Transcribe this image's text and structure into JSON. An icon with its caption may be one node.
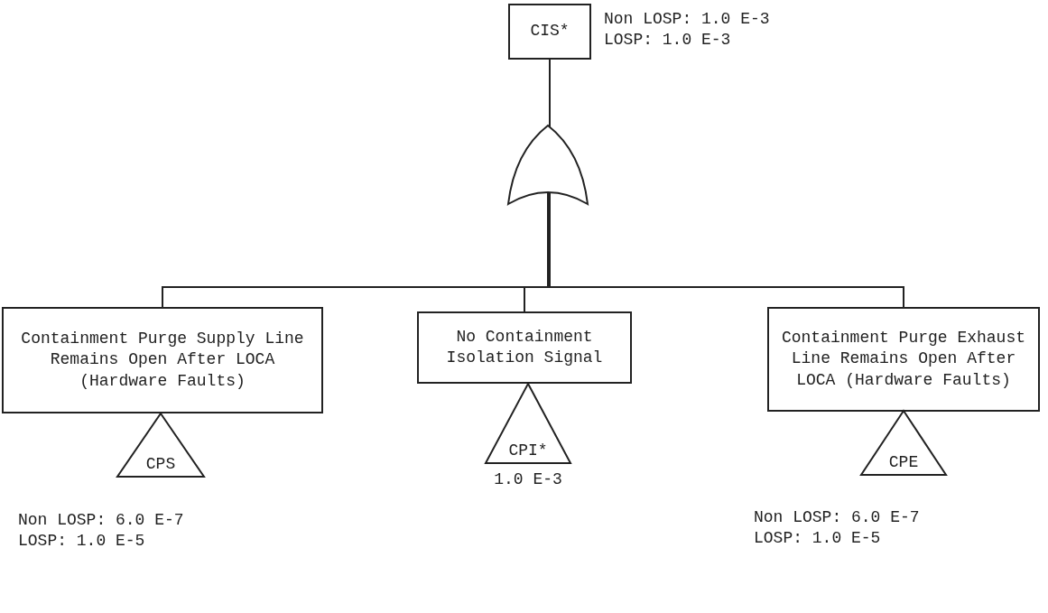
{
  "diagram": {
    "nodes": [
      {
        "text": [
          "CIS*"
        ],
        "beside": [
          "Non LOSP: 1.0 E-3",
          "LOSP: 1.0 E-3"
        ]
      },
      {
        "text": [],
        "shape": "gate"
      },
      {
        "text": [
          "Containment Purge Supply Line Remains Open After LOCA (Hardware Faults)"
        ]
      },
      {
        "text": [
          "No Containment Isolation Signal"
        ]
      },
      {
        "text": [
          "Containment Purge Exhaust Line Remains Open After LOCA (Hardware Faults)"
        ]
      },
      {
        "text": [
          "CPS"
        ],
        "beside": [
          "Non LOSP: 6.0 E-7",
          "LOSP: 1.0 E-5"
        ]
      },
      {
        "text": [
          "CPI*"
        ],
        "beside": [
          "1.0 E-3"
        ]
      },
      {
        "text": [
          "CPE"
        ],
        "beside": [
          "Non LOSP: 6.0 E-7",
          "LOSP: 1.0 E-5"
        ]
      }
    ],
    "edges": [
      {
        "from": 1,
        "to": 0,
        "arrow": "none"
      },
      {
        "from": 1,
        "to": 2,
        "arrow": "none"
      },
      {
        "from": 1,
        "to": 3,
        "arrow": "none"
      },
      {
        "from": 1,
        "to": 4,
        "arrow": "none"
      }
    ]
  }
}
